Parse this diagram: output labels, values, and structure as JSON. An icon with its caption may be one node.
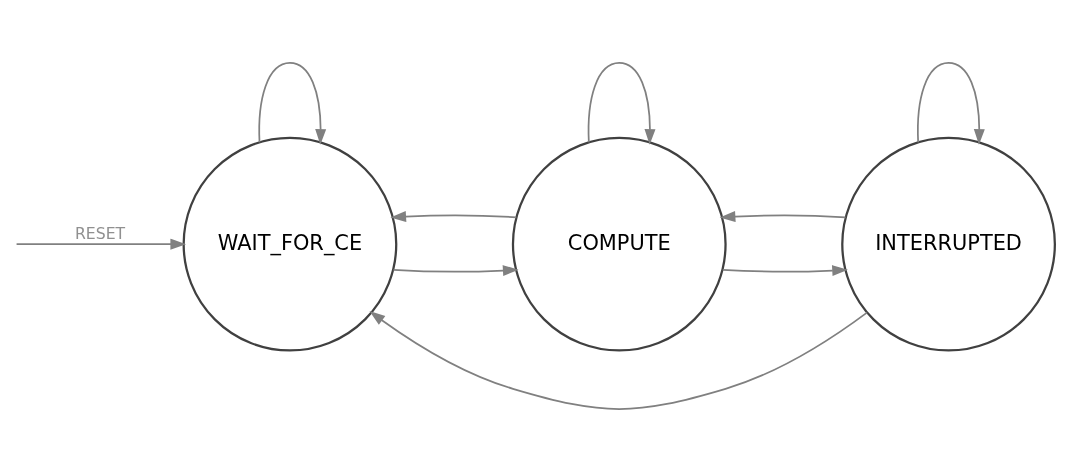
{
  "diagram": {
    "nodes": [
      {
        "text": [
          "WAIT_FOR_CE"
        ]
      },
      {
        "text": [
          "COMPUTE"
        ]
      },
      {
        "text": [
          "INTERRUPTED"
        ]
      }
    ],
    "edges": [
      {
        "from": null,
        "to": 0,
        "arrow": "to",
        "label": "RESET"
      },
      {
        "from": 0,
        "to": 1,
        "arrow": "to"
      },
      {
        "from": 1,
        "to": 2,
        "arrow": "to"
      },
      {
        "from": 0,
        "to": 0,
        "arrow": "to"
      },
      {
        "from": 1,
        "to": 1,
        "arrow": "to"
      },
      {
        "from": 2,
        "to": 2,
        "arrow": "to"
      },
      {
        "from": 1,
        "to": 0,
        "arrow": "to"
      },
      {
        "from": 2,
        "to": 1,
        "arrow": "to"
      },
      {
        "from": 2,
        "to": 0,
        "arrow": "to"
      }
    ]
  }
}
